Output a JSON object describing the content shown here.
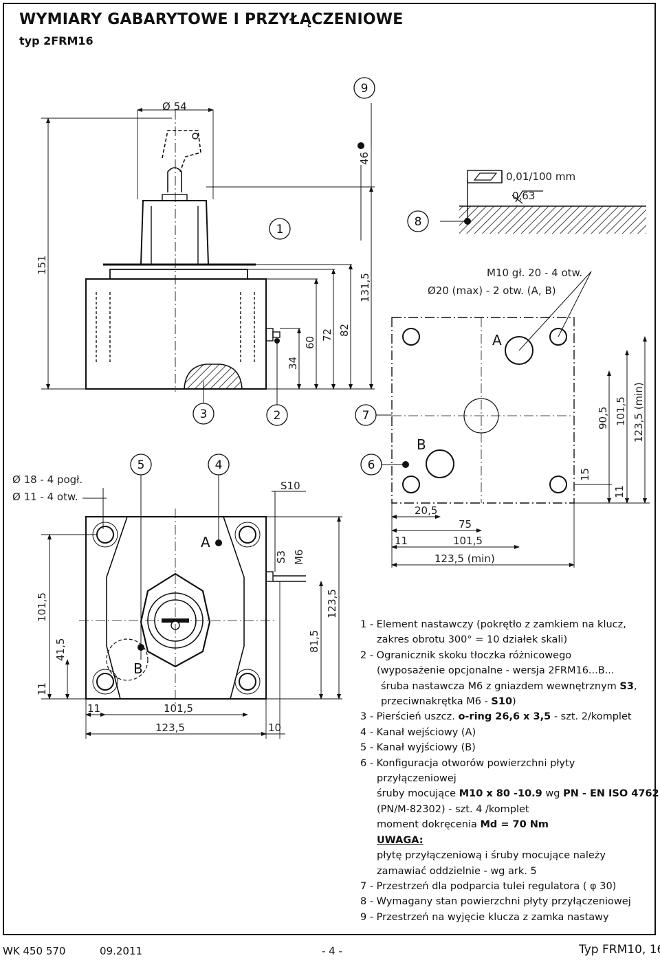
{
  "title": "WYMIARY GABARYTOWE  I PRZYŁĄCZENIOWE",
  "subtitle": "typ 2FRM16",
  "drawing": {
    "dims_top": {
      "d54": "Ø 54",
      "d151": "151",
      "d131_5": "131,5",
      "d82": "82",
      "d72": "72",
      "d60": "60",
      "d34": "34",
      "d46": "46",
      "flatness": "0,01/100 mm",
      "roughness": "0,63",
      "m10": "M10 gł. 20 - 4 otw.",
      "d20": "Ø20 (max) - 2 otw. (A, B)"
    },
    "dims_plate": {
      "d90_5": "90,5",
      "d101_5v": "101,5",
      "d123_5v": "123,5 (min)",
      "d15": "15",
      "d11v": "11",
      "d20_5": "20,5",
      "d75": "75",
      "d11h": "11",
      "d101_5h": "101,5",
      "d123_5h": "123,5 (min)"
    },
    "dims_bottom": {
      "d18": "Ø 18 - 4 pogł.",
      "d11": "Ø 11 - 4 otw.",
      "s10": "S10",
      "s3": "S3",
      "m6": "M6",
      "d101_5l": "101,5",
      "d41_5": "41,5",
      "d11l": "11",
      "d11b": "11",
      "d101_5b": "101,5",
      "d123_5b": "123,5",
      "d10": "10",
      "d81_5": "81,5",
      "d123_5r": "123,5"
    },
    "port_labels": {
      "a_plate": "A",
      "b_plate": "B",
      "a_body": "A",
      "b_body": "B"
    },
    "callouts": [
      "1",
      "2",
      "3",
      "4",
      "5",
      "6",
      "7",
      "8",
      "9"
    ]
  },
  "legend": {
    "l1": "1 - Element nastawczy  (pokrętło z zamkiem na klucz,",
    "l1b": "zakres obrotu 300° = 10 działek skali)",
    "l2": "2 - Ogranicznik skoku tłoczka różnicowego",
    "l2b": "(wyposażenie opcjonalne - wersja 2FRM16...B...",
    "l2c_a": "śruba nastawcza M6 z gniazdem wewnętrznym ",
    "l2c_b": "S3",
    "l2c_c": ",",
    "l2d_a": "przeciwnakrętka M6 - ",
    "l2d_b": "S10",
    "l2d_c": ")",
    "l3_a": "3 - Pierścień  uszcz. ",
    "l3_b": "o-ring  26,6 x 3,5",
    "l3_c": " - szt. 2/komplet",
    "l4": "4 - Kanał wejściowy (A)",
    "l5": "5 - Kanał wyjściowy (B)",
    "l6": "6 - Konfiguracja  otworów  powierzchni  płyty",
    "l6b": "przyłączeniowej",
    "l6c_a": "śruby mocujące ",
    "l6c_b": "M10 x 80 -10.9",
    "l6c_c": " wg ",
    "l6c_d": "PN - EN ISO 4762",
    "l6d": "(PN/M-82302) - szt. 4 /komplet",
    "l6e_a": "moment dokręcenia  ",
    "l6e_b": "Md = 70 Nm",
    "l6f": "UWAGA:",
    "l6g": "płytę przyłączeniową i śruby mocujące należy",
    "l6h": "zamawiać oddzielnie - wg ark. 5",
    "l7": "7 - Przestrzeń dla podparcia tulei regulatora ( φ 30)",
    "l8": "8 - Wymagany stan powierzchni płyty przyłączeniowej",
    "l9": "9 - Przestrzeń na wyjęcie klucza z zamka nastawy"
  },
  "footer": {
    "doc": "WK 450 570",
    "date": "09.2011",
    "page": "- 4 -",
    "type": "Typ FRM10, 16"
  }
}
